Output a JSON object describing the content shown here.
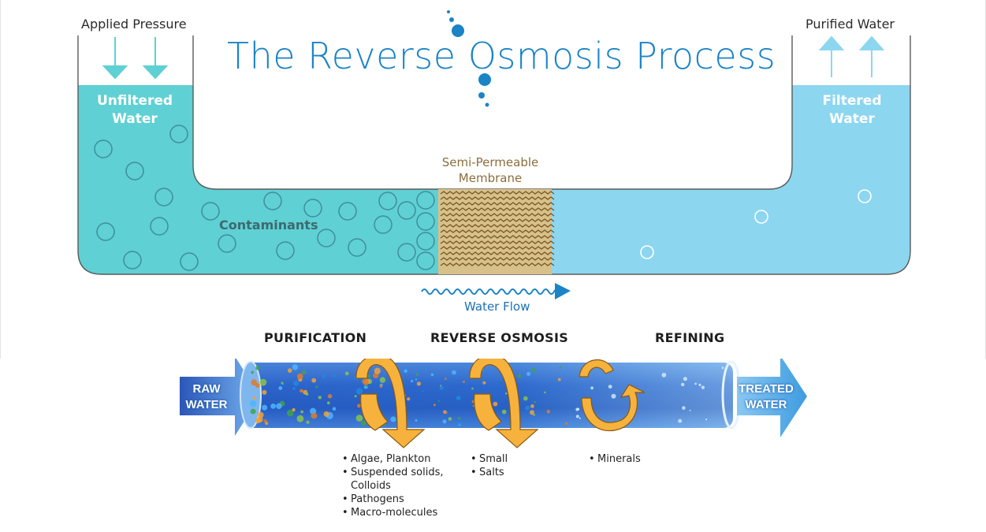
{
  "title": "The Reverse Osmosis Process",
  "top_diagram": {
    "applied_pressure": "Applied Pressure",
    "purified_water": "Purified Water",
    "unfiltered_water": [
      "Unfiltered",
      "Water"
    ],
    "filtered_water": [
      "Filtered",
      "Water"
    ],
    "contaminants": "Contaminants",
    "membrane_label": [
      "Semi-Permeable",
      "Membrane"
    ],
    "water_flow": "Water Flow"
  },
  "stages": {
    "purification": "PURIFICATION",
    "reverse_osmosis": "REVERSE OSMOSIS",
    "refining": "REFINING"
  },
  "pipe": {
    "inlet": [
      "RAW",
      "WATER"
    ],
    "outlet": [
      "TREATED",
      "WATER"
    ]
  },
  "removed": {
    "purification": [
      "Algae, Plankton",
      "Suspended solids,",
      "Colloids",
      "Pathogens",
      "Macro-molecules"
    ],
    "reverse_osmosis": [
      "Small",
      "Salts"
    ],
    "refining": [
      "Minerals"
    ]
  },
  "colors": {
    "unfiltered": "#5fd0d3",
    "filtered": "#8dd6ef",
    "membrane": "#d8c08a",
    "accent_blue": "#1b84c6",
    "arrow_orange": "#f6b23c",
    "pipe_blue": "#2b63c9"
  }
}
